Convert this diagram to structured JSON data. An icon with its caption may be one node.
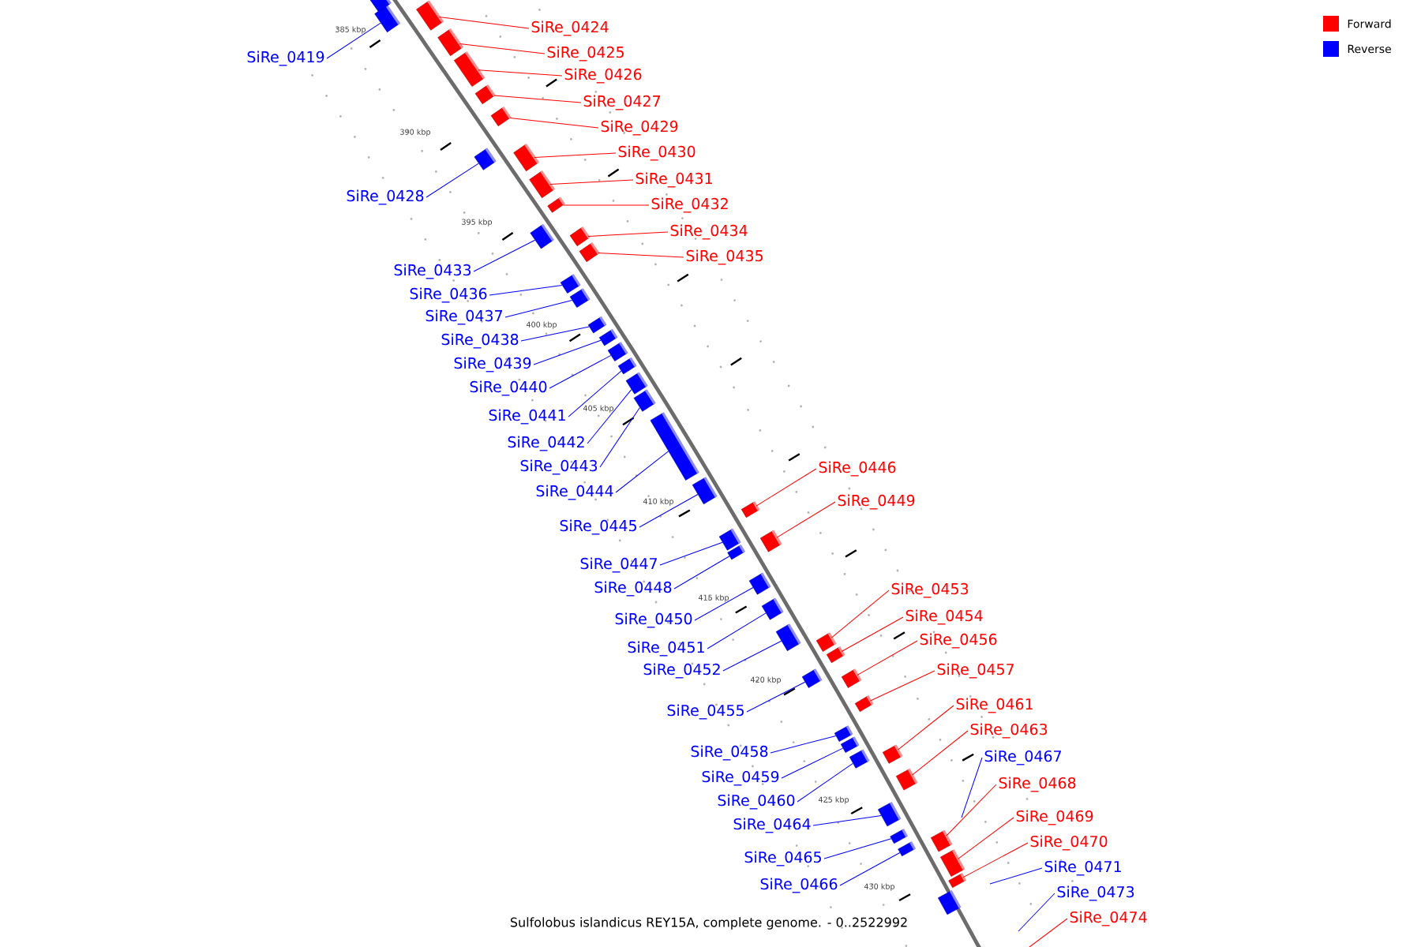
{
  "diagram": {
    "caption": "Sulfolobus islandicus REY15A, complete genome. - 0..2522992",
    "nodes": [
      {
        "text": [
          "SiRe_0419"
        ]
      },
      {
        "text": [],
        "shape": "box"
      },
      {
        "text": [
          "SiRe_0424"
        ]
      },
      {
        "text": [],
        "shape": "box"
      },
      {
        "text": [
          "SiRe_0425"
        ]
      },
      {
        "text": [],
        "shape": "box"
      },
      {
        "text": [
          "SiRe_0426"
        ]
      },
      {
        "text": [],
        "shape": "box"
      },
      {
        "text": [
          "SiRe_0427"
        ]
      },
      {
        "text": [],
        "shape": "box"
      },
      {
        "text": [
          "SiRe_0428"
        ]
      },
      {
        "text": [],
        "shape": "box"
      },
      {
        "text": [
          "SiRe_0429"
        ]
      },
      {
        "text": [],
        "shape": "box"
      },
      {
        "text": [
          "SiRe_0430"
        ]
      },
      {
        "text": [],
        "shape": "box"
      },
      {
        "text": [
          "SiRe_0431"
        ]
      },
      {
        "text": [],
        "shape": "box"
      },
      {
        "text": [
          "SiRe_0432"
        ]
      },
      {
        "text": [],
        "shape": "box"
      },
      {
        "text": [
          "SiRe_0433"
        ]
      },
      {
        "text": [],
        "shape": "box"
      },
      {
        "text": [
          "SiRe_0434"
        ]
      },
      {
        "text": [],
        "shape": "box"
      },
      {
        "text": [
          "SiRe_0435"
        ]
      },
      {
        "text": [],
        "shape": "box"
      },
      {
        "text": [
          "SiRe_0436"
        ]
      },
      {
        "text": [],
        "shape": "box"
      },
      {
        "text": [
          "SiRe_0437"
        ]
      },
      {
        "text": [],
        "shape": "box"
      },
      {
        "text": [
          "SiRe_0438"
        ]
      },
      {
        "text": [],
        "shape": "box"
      },
      {
        "text": [
          "SiRe_0439"
        ]
      },
      {
        "text": [],
        "shape": "box"
      },
      {
        "text": [
          "SiRe_0440"
        ]
      },
      {
        "text": [],
        "shape": "box"
      },
      {
        "text": [
          "SiRe_0441"
        ]
      },
      {
        "text": [],
        "shape": "box"
      },
      {
        "text": [
          "SiRe_0442"
        ]
      },
      {
        "text": [],
        "shape": "box"
      },
      {
        "text": [
          "SiRe_0443"
        ]
      },
      {
        "text": [],
        "shape": "box"
      },
      {
        "text": [
          "SiRe_0444"
        ]
      },
      {
        "text": [],
        "shape": "box"
      },
      {
        "text": [
          "SiRe_0445"
        ]
      },
      {
        "text": [],
        "shape": "box"
      },
      {
        "text": [
          "SiRe_0446"
        ]
      },
      {
        "text": [],
        "shape": "box"
      },
      {
        "text": [
          "SiRe_0447"
        ]
      },
      {
        "text": [],
        "shape": "box"
      },
      {
        "text": [
          "SiRe_0448"
        ]
      },
      {
        "text": [],
        "shape": "box"
      },
      {
        "text": [
          "SiRe_0449"
        ]
      },
      {
        "text": [],
        "shape": "box"
      },
      {
        "text": [
          "SiRe_0450"
        ]
      },
      {
        "text": [],
        "shape": "box"
      },
      {
        "text": [
          "SiRe_0451"
        ]
      },
      {
        "text": [],
        "shape": "box"
      },
      {
        "text": [
          "SiRe_0452"
        ]
      },
      {
        "text": [],
        "shape": "box"
      },
      {
        "text": [
          "SiRe_0453"
        ]
      },
      {
        "text": [],
        "shape": "box"
      },
      {
        "text": [
          "SiRe_0454"
        ]
      },
      {
        "text": [],
        "shape": "box"
      },
      {
        "text": [
          "SiRe_0455"
        ]
      },
      {
        "text": [],
        "shape": "box"
      },
      {
        "text": [
          "SiRe_0456"
        ]
      },
      {
        "text": [],
        "shape": "box"
      },
      {
        "text": [
          "SiRe_0457"
        ]
      },
      {
        "text": [],
        "shape": "box"
      },
      {
        "text": [
          "SiRe_0458"
        ]
      },
      {
        "text": [],
        "shape": "box"
      },
      {
        "text": [
          "SiRe_0459"
        ]
      },
      {
        "text": [],
        "shape": "box"
      },
      {
        "text": [
          "SiRe_0460"
        ]
      },
      {
        "text": [],
        "shape": "box"
      },
      {
        "text": [
          "SiRe_0461"
        ]
      },
      {
        "text": [],
        "shape": "box"
      },
      {
        "text": [
          "SiRe_0463"
        ]
      },
      {
        "text": [],
        "shape": "box"
      },
      {
        "text": [
          "SiRe_0464"
        ]
      },
      {
        "text": [],
        "shape": "box"
      },
      {
        "text": [
          "SiRe_0465"
        ]
      },
      {
        "text": [],
        "shape": "box"
      },
      {
        "text": [
          "SiRe_0466"
        ]
      },
      {
        "text": [],
        "shape": "box"
      },
      {
        "text": [
          "SiRe_0467"
        ]
      },
      {
        "text": [
          "SiRe_0468"
        ]
      },
      {
        "text": [],
        "shape": "box"
      },
      {
        "text": [
          "SiRe_0469"
        ]
      },
      {
        "text": [],
        "shape": "box"
      },
      {
        "text": [
          "SiRe_0470"
        ]
      },
      {
        "text": [],
        "shape": "box"
      },
      {
        "text": [
          "SiRe_0471"
        ]
      },
      {
        "text": [
          "SiRe_0473"
        ]
      },
      {
        "text": [
          "SiRe_0474"
        ]
      },
      {
        "text": [],
        "shape": "box"
      },
      {
        "text": [],
        "shape": "box"
      }
    ],
    "edges": [
      {
        "from": 0,
        "to": 1,
        "arrow": "none",
        "color": "#0000ff"
      },
      {
        "from": 2,
        "to": 3,
        "arrow": "none",
        "color": "#ff0000"
      },
      {
        "from": 4,
        "to": 5,
        "arrow": "none",
        "color": "#ff0000"
      },
      {
        "from": 6,
        "to": 7,
        "arrow": "none",
        "color": "#ff0000"
      },
      {
        "from": 8,
        "to": 9,
        "arrow": "none",
        "color": "#ff0000"
      },
      {
        "from": 10,
        "to": 11,
        "arrow": "none",
        "color": "#0000ff"
      },
      {
        "from": 12,
        "to": 13,
        "arrow": "none",
        "color": "#ff0000"
      },
      {
        "from": 14,
        "to": 15,
        "arrow": "none",
        "color": "#ff0000"
      },
      {
        "from": 16,
        "to": 17,
        "arrow": "none",
        "color": "#ff0000"
      },
      {
        "from": 18,
        "to": 19,
        "arrow": "none",
        "color": "#ff0000"
      },
      {
        "from": 20,
        "to": 21,
        "arrow": "none",
        "color": "#0000ff"
      },
      {
        "from": 22,
        "to": 23,
        "arrow": "none",
        "color": "#ff0000"
      },
      {
        "from": 24,
        "to": 25,
        "arrow": "none",
        "color": "#ff0000"
      },
      {
        "from": 26,
        "to": 27,
        "arrow": "none",
        "color": "#0000ff"
      },
      {
        "from": 28,
        "to": 29,
        "arrow": "none",
        "color": "#0000ff"
      },
      {
        "from": 30,
        "to": 31,
        "arrow": "none",
        "color": "#0000ff"
      },
      {
        "from": 32,
        "to": 33,
        "arrow": "none",
        "color": "#0000ff"
      },
      {
        "from": 34,
        "to": 35,
        "arrow": "none",
        "color": "#0000ff"
      },
      {
        "from": 36,
        "to": 37,
        "arrow": "none",
        "color": "#0000ff"
      },
      {
        "from": 38,
        "to": 39,
        "arrow": "none",
        "color": "#0000ff"
      },
      {
        "from": 40,
        "to": 41,
        "arrow": "none",
        "color": "#0000ff"
      },
      {
        "from": 42,
        "to": 43,
        "arrow": "none",
        "color": "#0000ff"
      },
      {
        "from": 44,
        "to": 45,
        "arrow": "none",
        "color": "#0000ff"
      },
      {
        "from": 46,
        "to": 47,
        "arrow": "none",
        "color": "#ff0000"
      },
      {
        "from": 48,
        "to": 49,
        "arrow": "none",
        "color": "#0000ff"
      },
      {
        "from": 50,
        "to": 51,
        "arrow": "none",
        "color": "#0000ff"
      },
      {
        "from": 52,
        "to": 53,
        "arrow": "none",
        "color": "#ff0000"
      },
      {
        "from": 54,
        "to": 55,
        "arrow": "none",
        "color": "#0000ff"
      },
      {
        "from": 56,
        "to": 57,
        "arrow": "none",
        "color": "#0000ff"
      },
      {
        "from": 58,
        "to": 59,
        "arrow": "none",
        "color": "#0000ff"
      },
      {
        "from": 60,
        "to": 61,
        "arrow": "none",
        "color": "#ff0000"
      },
      {
        "from": 62,
        "to": 63,
        "arrow": "none",
        "color": "#ff0000"
      },
      {
        "from": 64,
        "to": 65,
        "arrow": "none",
        "color": "#0000ff"
      },
      {
        "from": 66,
        "to": 67,
        "arrow": "none",
        "color": "#ff0000"
      },
      {
        "from": 68,
        "to": 69,
        "arrow": "none",
        "color": "#ff0000"
      },
      {
        "from": 70,
        "to": 71,
        "arrow": "none",
        "color": "#0000ff"
      },
      {
        "from": 72,
        "to": 73,
        "arrow": "none",
        "color": "#0000ff"
      },
      {
        "from": 74,
        "to": 75,
        "arrow": "none",
        "color": "#0000ff"
      },
      {
        "from": 76,
        "to": 77,
        "arrow": "none",
        "color": "#ff0000"
      },
      {
        "from": 78,
        "to": 79,
        "arrow": "none",
        "color": "#ff0000"
      },
      {
        "from": 80,
        "to": 81,
        "arrow": "none",
        "color": "#0000ff"
      },
      {
        "from": 82,
        "to": 83,
        "arrow": "none",
        "color": "#0000ff"
      },
      {
        "from": 84,
        "to": 85,
        "arrow": "none",
        "color": "#0000ff"
      },
      {
        "from": 86,
        "to": null,
        "arrow": "none",
        "color": "#0000ff"
      },
      {
        "from": 87,
        "to": 88,
        "arrow": "none",
        "color": "#ff0000"
      },
      {
        "from": 89,
        "to": 90,
        "arrow": "none",
        "color": "#ff0000"
      },
      {
        "from": 91,
        "to": 92,
        "arrow": "none",
        "color": "#ff0000"
      },
      {
        "from": 93,
        "to": null,
        "arrow": "none",
        "color": "#0000ff"
      },
      {
        "from": 94,
        "to": null,
        "arrow": "none",
        "color": "#0000ff"
      },
      {
        "from": 95,
        "to": null,
        "arrow": "none",
        "color": "#ff0000"
      }
    ],
    "labels": [
      "385 kbp",
      "390 kbp",
      "395 kbp",
      "400 kbp",
      "405 kbp",
      "410 kbp",
      "415 kbp",
      "420 kbp",
      "425 kbp",
      "430 kbp"
    ],
    "legend": [
      {
        "text": "Forward",
        "color": "#ff0000"
      },
      {
        "text": "Reverse",
        "color": "#0000ff"
      }
    ]
  }
}
